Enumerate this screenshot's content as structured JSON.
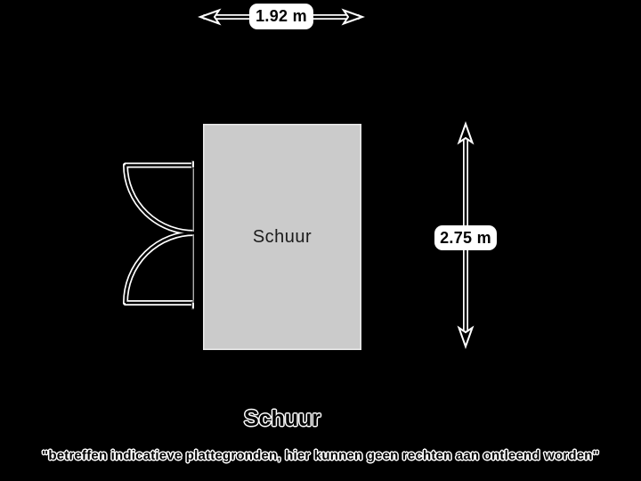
{
  "floorplan": {
    "room": {
      "name": "Schuur"
    },
    "dimensions": {
      "width": "1.92 m",
      "height": "2.75 m"
    },
    "title": "Schuur",
    "disclaimer": "\"betreffen indicatieve plattegronden, hier kunnen geen rechten aan ontleend worden\""
  },
  "colors": {
    "background": "#000000",
    "wall": "#000000",
    "floor": "#cbcbcb",
    "label_background": "#ffffff",
    "label_text": "#000000",
    "line": "#000000",
    "line_halo": "#ffffff"
  }
}
